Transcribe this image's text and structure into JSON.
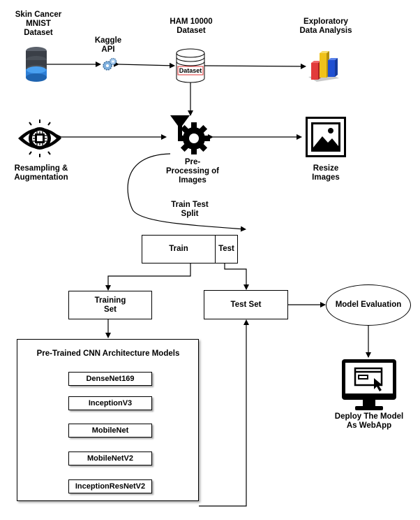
{
  "nodes": {
    "skin_cancer": "Skin Cancer\nMNIST\nDataset",
    "kaggle": "Kaggle\nAPI",
    "ham": "HAM 10000\nDataset",
    "ham_db_label": "Dataset",
    "eda": "Exploratory\nData Analysis",
    "resampling": "Resampling &\nAugmentation",
    "preprocessing": "Pre-\nProcessing of\nImages",
    "resize": "Resize\nImages",
    "split": "Train Test\nSplit",
    "train": "Train",
    "test": "Test",
    "training_set": "Training\nSet",
    "test_set": "Test Set",
    "model_eval": "Model Evaluation",
    "deploy": "Deploy The Model\nAs WebApp",
    "pretrained_title": "Pre-Trained CNN Architecture Models",
    "models": [
      "DenseNet169",
      "InceptionV3",
      "MobileNet",
      "MobileNetV2",
      "InceptionResNetV2"
    ]
  },
  "icons": [
    "database-icon",
    "gears-icon",
    "dataset-cylinder-icon",
    "bar-chart-icon",
    "eye-chip-icon",
    "funnel-gear-icon",
    "image-icon",
    "monitor-cursor-icon"
  ],
  "colors": {
    "db_dark": "#3a3f47",
    "db_blue": "#2e7fd6",
    "bar_red": "#e23b3b",
    "bar_yellow": "#f0c21a",
    "bar_blue": "#1f4fd1"
  }
}
